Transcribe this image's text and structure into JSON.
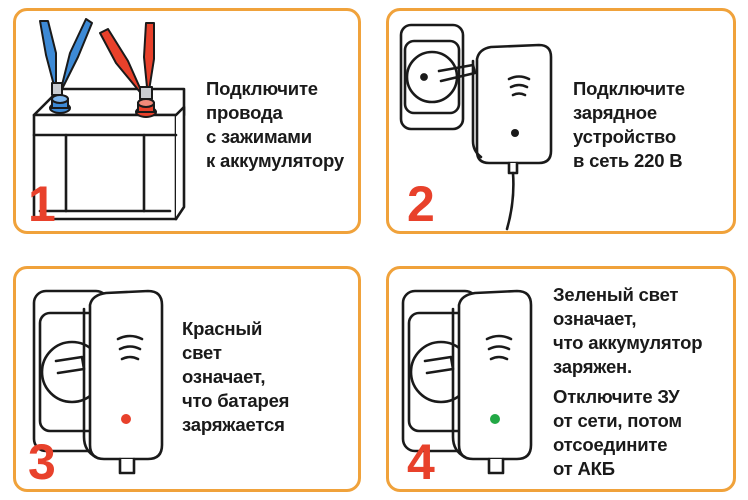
{
  "colors": {
    "border": "#f0a23b",
    "step_number": "#e8412b",
    "text": "#1a1a1a",
    "clamp_red": "#e8412b",
    "clamp_blue": "#3d8ad6",
    "led_red": "#e8412b",
    "led_green": "#22a845"
  },
  "steps": [
    {
      "number": "1",
      "icon": "battery-with-clamps-icon",
      "lines": [
        "Подключите",
        "провода",
        "с зажимами",
        "к аккумулятору"
      ]
    },
    {
      "number": "2",
      "icon": "charger-plugged-into-socket-icon",
      "lines": [
        "Подключите",
        "зарядное",
        "устройство",
        "в сеть 220 В"
      ]
    },
    {
      "number": "3",
      "icon": "charger-red-led-icon",
      "lines": [
        "Красный",
        "свет",
        "означает,",
        "что батарея",
        "заряжается"
      ]
    },
    {
      "number": "4",
      "icon": "charger-green-led-icon",
      "lines": [
        "Зеленый свет",
        "означает,",
        "что аккумулятор",
        "заряжен."
      ],
      "lines2": [
        "Отключите ЗУ",
        "от сети, потом",
        "отсоедините",
        "от АКБ"
      ]
    }
  ]
}
